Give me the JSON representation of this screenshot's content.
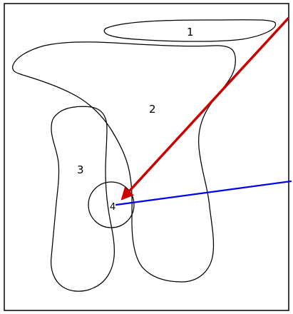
{
  "regions": [
    {
      "label": "1"
    },
    {
      "label": "2"
    },
    {
      "label": "3"
    }
  ],
  "query_point": {
    "label": "4"
  },
  "colors": {
    "outline": "#000000",
    "red_arrow": "#cc0000",
    "blue_line": "#0000ee",
    "background": "#ffffff"
  }
}
